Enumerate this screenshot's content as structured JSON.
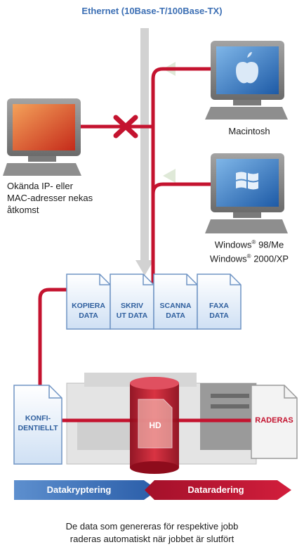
{
  "ethernet_label": "Ethernet (10Base-T/100Base-TX)",
  "unknown_label_lines": [
    "Okända IP- eller",
    "MAC-adresser nekas",
    "åtkomst"
  ],
  "macintosh_label": "Macintosh",
  "windows_lines": [
    {
      "name": "Windows",
      "mark": "®",
      "version": " 98/Me"
    },
    {
      "name": "Windows",
      "mark": "®",
      "version": " 2000/XP"
    }
  ],
  "documents": [
    {
      "lines": [
        "KOPIERA",
        "DATA"
      ]
    },
    {
      "lines": [
        "SKRIV",
        "UT DATA"
      ]
    },
    {
      "lines": [
        "SCANNA",
        "DATA"
      ]
    },
    {
      "lines": [
        "FAXA",
        "DATA"
      ]
    }
  ],
  "confidential_lines": [
    "KONFI-",
    "DENTIELLT"
  ],
  "hd_label": "HD",
  "raderas_label": "RADERAS",
  "encryption_label": "Datakryptering",
  "erasure_label": "Dataradering",
  "caption_lines": [
    "De data som genereras för respektive jobb",
    "raderas automatiskt när jobbet är slutfört"
  ],
  "colors": {
    "accent_blue": "#2f5f9e",
    "accent_red": "#c4132f",
    "grey_bus": "#cfcfcf"
  }
}
